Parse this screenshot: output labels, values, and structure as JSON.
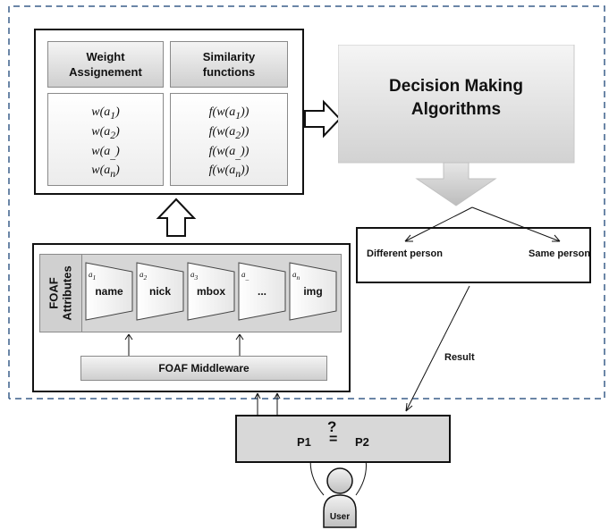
{
  "weight_assignment": {
    "title_line1": "Weight",
    "title_line2": "Assignement",
    "rows": [
      "w(a1)",
      "w(a2)",
      "w(a_)",
      "w(an)"
    ]
  },
  "similarity_functions": {
    "title_line1": "Similarity",
    "title_line2": "functions",
    "rows": [
      "f(w(a1))",
      "f(w(a2))",
      "f(w(a_))",
      "f(w(an))"
    ]
  },
  "decision": {
    "line1": "Decision Making",
    "line2": "Algorithms"
  },
  "outcomes": {
    "different": "Different person",
    "same": "Same person"
  },
  "foaf_attributes": {
    "side_label_line1": "FOAF",
    "side_label_line2": "Attributes",
    "attributes": [
      {
        "sub": "a1",
        "name": "name"
      },
      {
        "sub": "a2",
        "name": "nick"
      },
      {
        "sub": "a3",
        "name": "mbox"
      },
      {
        "sub": "a_",
        "name": "..."
      },
      {
        "sub": "an",
        "name": "img"
      }
    ]
  },
  "middleware": {
    "label": "FOAF Middleware"
  },
  "result_label": "Result",
  "comparison": {
    "question": "?",
    "equals": "=",
    "p1": "P1",
    "p2": "P2"
  },
  "user_label": "User",
  "colors": {
    "dashed_border": "#3a5f8a",
    "box_border": "#111111",
    "grey_fill": "#d9d9d9"
  }
}
